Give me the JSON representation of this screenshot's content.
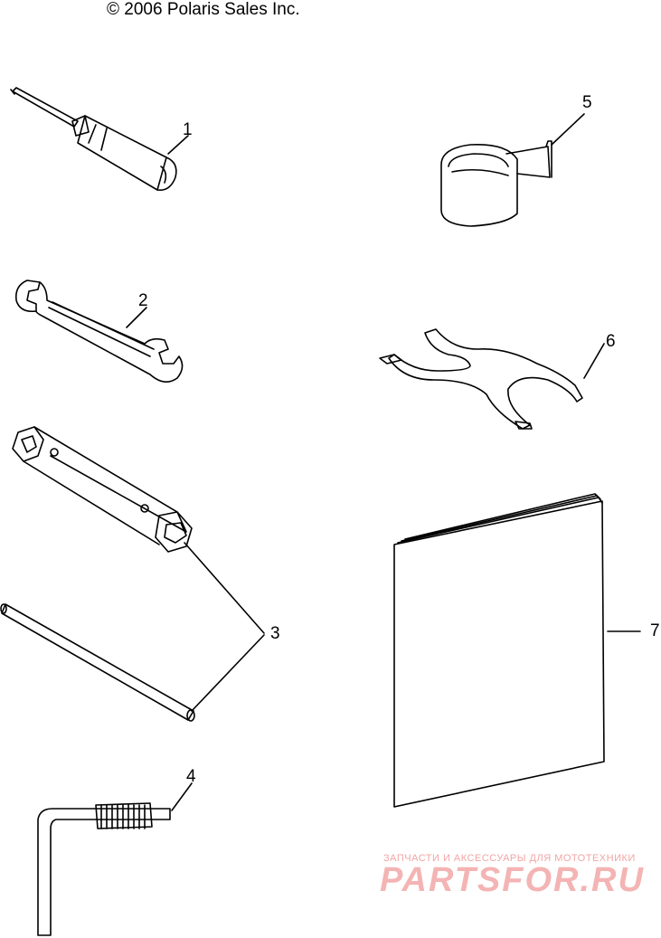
{
  "copyright": "© 2006 Polaris Sales Inc.",
  "callouts": [
    "1",
    "2",
    "3",
    "4",
    "5",
    "6",
    "7"
  ],
  "watermark": {
    "tagline": "ЗАПЧАСТИ И АКСЕССУАРЫ ДЛЯ МОТОТЕХНИКИ",
    "brand": "PARTSFOR.RU"
  }
}
